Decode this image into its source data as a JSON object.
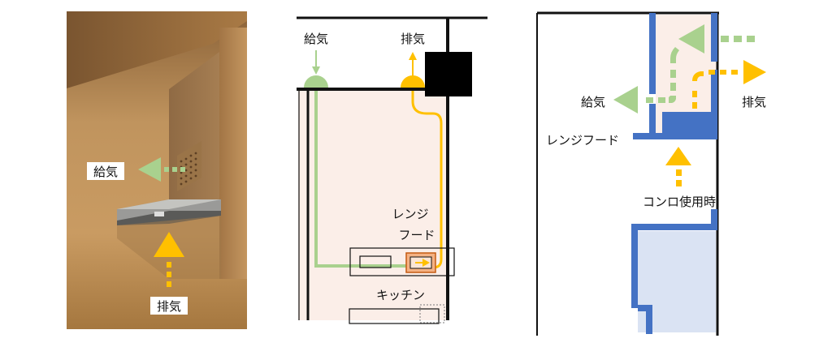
{
  "photo": {
    "supply_label": "給気",
    "exhaust_label": "排気"
  },
  "plan": {
    "supply_label": "給気",
    "exhaust_label": "排気",
    "range_hood_label_line1": "レンジ",
    "range_hood_label_line2": "フード",
    "kitchen_label": "キッチン"
  },
  "section": {
    "supply_label": "給気",
    "exhaust_label": "排気",
    "range_hood_label": "レンジフード",
    "stove_use_label": "コンロ使用時"
  },
  "colors": {
    "supply_green": "#a9d18e",
    "exhaust_yellow": "#ffc000",
    "wall_blue": "#4472c4",
    "room_pink": "#fbeee8",
    "cabinet_blue": "#dae3f3",
    "wood_brown": "#b8874e"
  }
}
